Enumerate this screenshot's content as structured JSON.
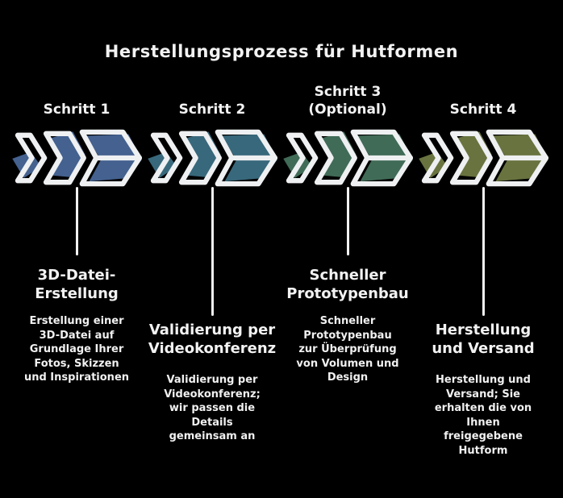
{
  "page": {
    "title": "Herstellungsprozess für Hutformen",
    "background_color": "#000000",
    "text_color": "#f2f2f2",
    "outline_color": "#eef0f2"
  },
  "steps": [
    {
      "label": "Schritt 1",
      "sublabel": "",
      "icon": "triple-chevron-right-icon",
      "color": "#44618f",
      "heading": "3D-Datei-Erstellung",
      "description": "Erstellung einer 3D-Datei auf Grundlage Ihrer Fotos, Skizzen und Inspirationen"
    },
    {
      "label": "Schritt 2",
      "sublabel": "",
      "icon": "triple-chevron-right-icon",
      "color": "#38687b",
      "heading": "Validierung per Videokonferenz",
      "description": "Validierung per Videokonferenz; wir passen die Details gemeinsam an"
    },
    {
      "label": "Schritt 3",
      "sublabel": "(Optional)",
      "icon": "triple-chevron-right-icon",
      "color": "#406b57",
      "heading": "Schneller Prototypenbau",
      "description": "Schneller Prototypenbau zur Überprüfung von Volumen und Design"
    },
    {
      "label": "Schritt 4",
      "sublabel": "",
      "icon": "triple-chevron-right-icon",
      "color": "#68733f",
      "heading": "Herstellung und Versand",
      "description": "Herstellung und Versand; Sie erhalten die von Ihnen freigegebene Hutform"
    }
  ]
}
